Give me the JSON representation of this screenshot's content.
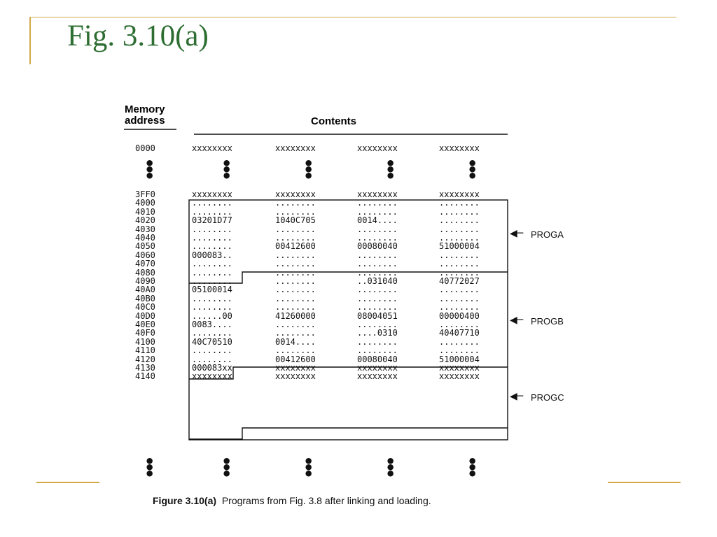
{
  "title": "Fig. 3.10(a)",
  "colors": {
    "title": "#2e6e33",
    "rule": "#d4a94a",
    "text": "#111111"
  },
  "figure": {
    "header_memory": "Memory",
    "header_address": "address",
    "header_contents": "Contents",
    "rows": [
      {
        "addr": "0000",
        "cells": [
          "xxxxxxxx",
          "xxxxxxxx",
          "xxxxxxxx",
          "xxxxxxxx"
        ]
      },
      {
        "addr": "3FF0",
        "cells": [
          "xxxxxxxx",
          "xxxxxxxx",
          "xxxxxxxx",
          "xxxxxxxx"
        ]
      },
      {
        "addr": "4000",
        "cells": [
          "........",
          "........",
          "........",
          "........"
        ]
      },
      {
        "addr": "4010",
        "cells": [
          "........",
          "........",
          "........",
          "........"
        ]
      },
      {
        "addr": "4020",
        "cells": [
          "03201D77",
          "1040C705",
          "0014....",
          "........"
        ]
      },
      {
        "addr": "4030",
        "cells": [
          "........",
          "........",
          "........",
          "........"
        ]
      },
      {
        "addr": "4040",
        "cells": [
          "........",
          "........",
          "........",
          "........"
        ]
      },
      {
        "addr": "4050",
        "cells": [
          "........",
          "00412600",
          "00080040",
          "51000004"
        ]
      },
      {
        "addr": "4060",
        "cells": [
          "000083..",
          "........",
          "........",
          "........"
        ]
      },
      {
        "addr": "4070",
        "cells": [
          "........",
          "........",
          "........",
          "........"
        ]
      },
      {
        "addr": "4080",
        "cells": [
          "........",
          "........",
          "........",
          "........"
        ]
      },
      {
        "addr": "4090",
        "cells": [
          "........",
          "........",
          "..031040",
          "40772027"
        ]
      },
      {
        "addr": "40A0",
        "cells": [
          "05100014",
          "........",
          "........",
          "........"
        ]
      },
      {
        "addr": "40B0",
        "cells": [
          "........",
          "........",
          "........",
          "........"
        ]
      },
      {
        "addr": "40C0",
        "cells": [
          "........",
          "........",
          "........",
          "........"
        ]
      },
      {
        "addr": "40D0",
        "cells": [
          "......00",
          "41260000",
          "08004051",
          "00000400"
        ]
      },
      {
        "addr": "40E0",
        "cells": [
          "0083....",
          "........",
          "........",
          "........"
        ]
      },
      {
        "addr": "40F0",
        "cells": [
          "........",
          "........",
          "....0310",
          "40407710"
        ]
      },
      {
        "addr": "4100",
        "cells": [
          "40C70510",
          "0014....",
          "........",
          "........"
        ]
      },
      {
        "addr": "4110",
        "cells": [
          "........",
          "........",
          "........",
          "........"
        ]
      },
      {
        "addr": "4120",
        "cells": [
          "........",
          "00412600",
          "00080040",
          "51000004"
        ]
      },
      {
        "addr": "4130",
        "cells": [
          "000083xx",
          "xxxxxxxx",
          "xxxxxxxx",
          "xxxxxxxx"
        ]
      },
      {
        "addr": "4140",
        "cells": [
          "xxxxxxxx",
          "xxxxxxxx",
          "xxxxxxxx",
          "xxxxxxxx"
        ]
      }
    ],
    "labels": {
      "proga": "PROGA",
      "progb": "PROGB",
      "progc": "PROGC"
    },
    "caption_bold": "Figure 3.10(a)",
    "caption_text": "Programs from Fig. 3.8 after linking and loading."
  }
}
